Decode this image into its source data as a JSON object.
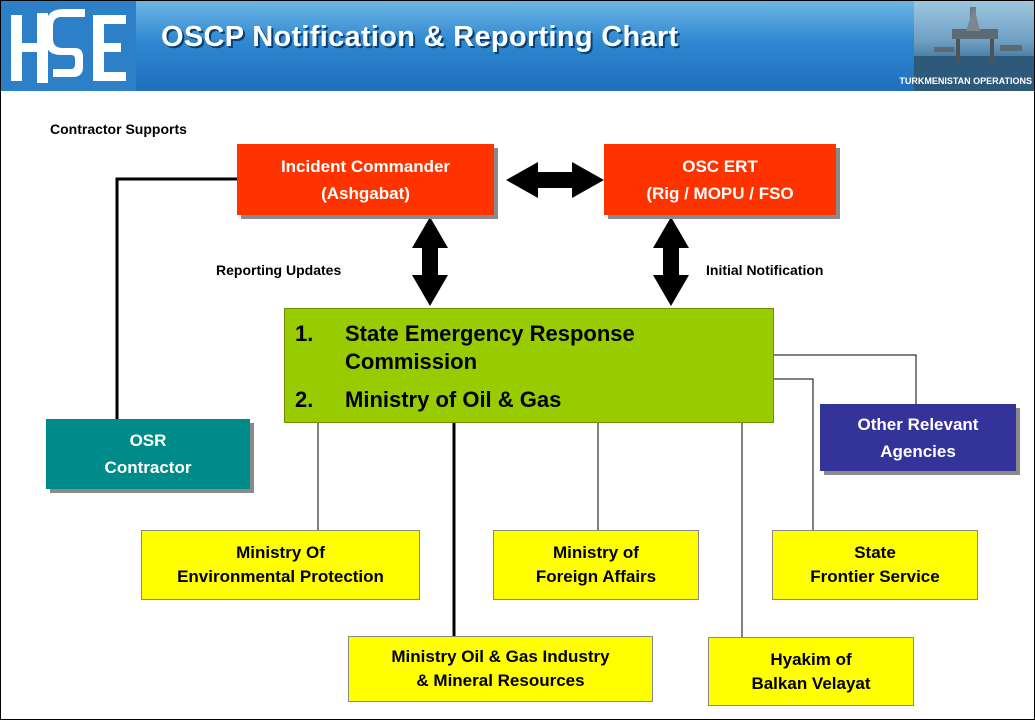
{
  "header": {
    "logo_text": "HSE",
    "title": "OSCP Notification & Reporting Chart",
    "photo_caption": "TURKMENISTAN OPERATIONS"
  },
  "labels": {
    "contractor_supports": "Contractor Supports",
    "reporting_updates": "Reporting Updates",
    "initial_notification": "Initial Notification"
  },
  "nodes": {
    "incident_commander": [
      "Incident Commander",
      "(Ashgabat)"
    ],
    "osc_ert": [
      "OSC ERT",
      "(Rig / MOPU / FSO"
    ],
    "osr_contractor": [
      "OSR",
      "Contractor"
    ],
    "other_agencies": [
      "Other Relevant",
      "Agencies"
    ],
    "main": {
      "item1_num": "1.",
      "item1_line1": "State Emergency Response",
      "item1_line2": "Commission",
      "item2_num": "2.",
      "item2": "Ministry of Oil & Gas"
    },
    "env_protection": [
      "Ministry Of",
      "Environmental Protection"
    ],
    "foreign_affairs": [
      "Ministry of",
      "Foreign Affairs"
    ],
    "frontier_service": [
      "State",
      "Frontier Service"
    ],
    "oil_gas_industry": [
      "Ministry Oil & Gas Industry",
      "& Mineral Resources"
    ],
    "hyakim": [
      "Hyakim of",
      "Balkan Velayat"
    ]
  },
  "colors": {
    "command_boxes": "#ff3300",
    "main_box": "#99cc00",
    "ministry_boxes": "#ffff00",
    "osr_contractor": "#008b8b",
    "other_agencies": "#333399",
    "banner": "#2f88d0"
  }
}
